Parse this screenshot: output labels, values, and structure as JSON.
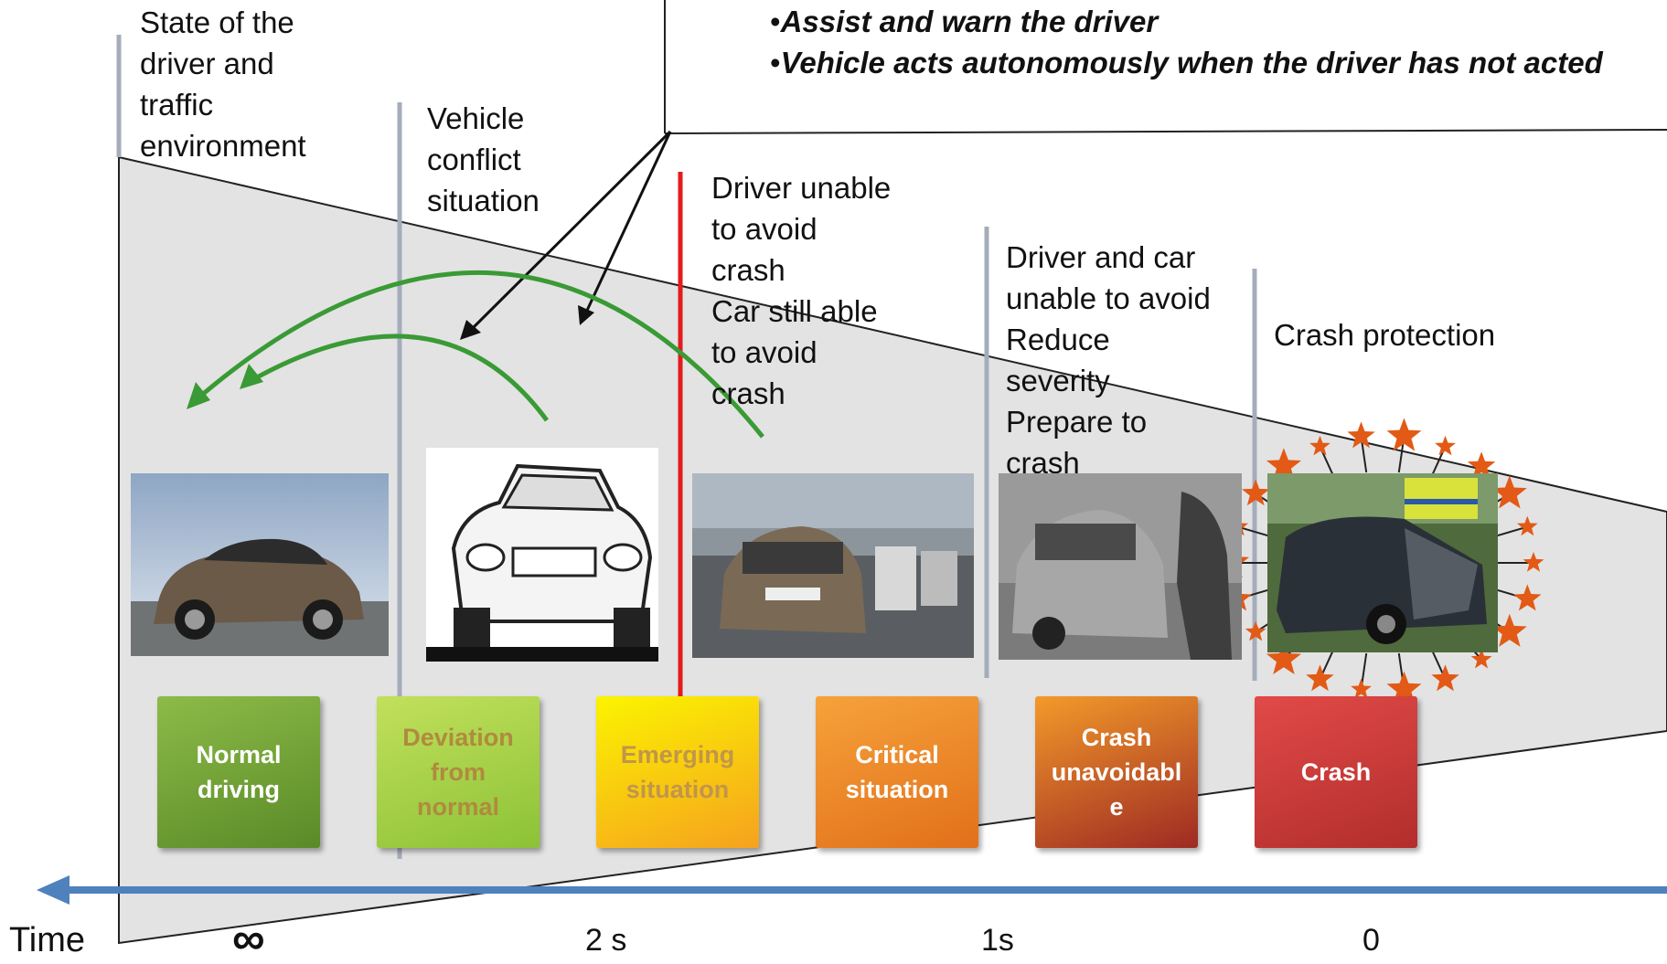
{
  "header": {
    "bullets": [
      "Assist and warn the driver",
      "Vehicle acts autonomously when the driver has not acted"
    ],
    "bullet_char": "•"
  },
  "phase_labels": [
    {
      "id": "state",
      "lines": [
        "State of the",
        "driver and",
        "traffic",
        "environment"
      ]
    },
    {
      "id": "conflict",
      "lines": [
        "Vehicle",
        "conflict",
        "situation"
      ]
    },
    {
      "id": "driver-unable",
      "lines": [
        "Driver unable",
        "to avoid",
        "crash",
        "Car still able",
        "to avoid",
        "crash"
      ]
    },
    {
      "id": "car-unable",
      "lines": [
        "Driver and car",
        "unable to avoid",
        "Reduce",
        "severity",
        "Prepare to",
        "crash"
      ]
    },
    {
      "id": "protection",
      "lines": [
        "Crash protection"
      ]
    }
  ],
  "stages": [
    {
      "lines": [
        "Normal",
        "driving"
      ],
      "text_color": "#ffffff",
      "bg_top": "#8dbb48",
      "bg_bottom": "#5a8a28"
    },
    {
      "lines": [
        "Deviation",
        "from",
        "normal"
      ],
      "text_color": "#b08a3e",
      "bg_top": "#c2e05c",
      "bg_bottom": "#8cc236"
    },
    {
      "lines": [
        "Emerging",
        "situation"
      ],
      "text_color": "#c0964a",
      "bg_top": "#fbf400",
      "bg_bottom": "#f6a21e"
    },
    {
      "lines": [
        "Critical",
        "situation"
      ],
      "text_color": "#ffffff",
      "bg_top": "#f6a23b",
      "bg_bottom": "#e2701a"
    },
    {
      "lines": [
        "Crash",
        "unavoidabl",
        "e"
      ],
      "text_color": "#ffffff",
      "bg_top": "#f39a2a",
      "bg_bottom": "#9e2a23"
    },
    {
      "lines": [
        "Crash"
      ],
      "text_color": "#ffffff",
      "bg_top": "#e14a48",
      "bg_bottom": "#b22e2c"
    }
  ],
  "timeline": {
    "axis_label": "Time",
    "ticks": [
      "∞",
      "2 s",
      "1s",
      "0"
    ],
    "axis_color": "#4f81bd"
  },
  "photos": [
    {
      "name": "normal-driving-car-photo",
      "sky": "#cfd9e6",
      "body": "#6b5a48"
    },
    {
      "name": "suv-line-drawing",
      "sky": "#ffffff",
      "body": "#333333"
    },
    {
      "name": "traffic-conflict-photo",
      "sky": "#aeb8c2",
      "body": "#7a6a55"
    },
    {
      "name": "near-collision-photo",
      "sky": "#9a9a9a",
      "body": "#a7a7a7"
    },
    {
      "name": "crash-wreck-photo",
      "sky": "#4f6a3c",
      "body": "#2a3038"
    }
  ],
  "colors": {
    "funnel_fill": "#e3e3e3",
    "divider_gray": "#a5adbc",
    "divider_red": "#e31b1b",
    "arrow_green": "#3a9a35",
    "star_orange": "#e25a16"
  }
}
